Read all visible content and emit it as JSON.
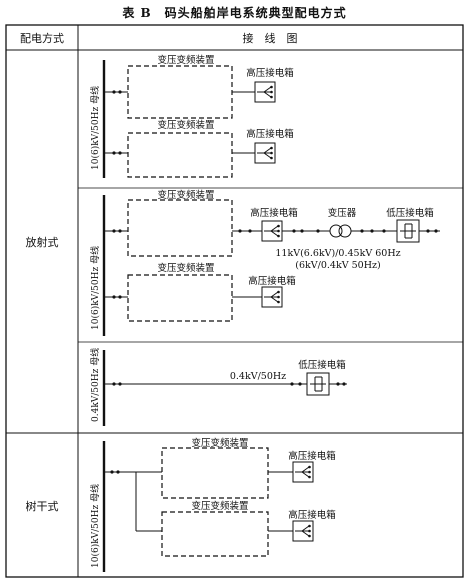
{
  "title": "表 B　码头船舶岸电系统典型配电方式",
  "header": {
    "col1": "配电方式",
    "col2": "接　线　图"
  },
  "rows": [
    {
      "mode": "放射式"
    },
    {
      "mode": "树干式"
    }
  ],
  "labels": {
    "converter": "变压变频装置",
    "hv_box": "高压接电箱",
    "lv_box": "低压接电箱",
    "transformer": "变压器",
    "bus_hv": "10(6)kV/50Hz 母线",
    "bus_lv": "0.4kV/50Hz 母线",
    "line_lv": "0.4kV/50Hz",
    "spec1": "11kV(6.6kV)/0.45kV 60Hz",
    "spec2": "(6kV/0.4kV 50Hz)"
  }
}
